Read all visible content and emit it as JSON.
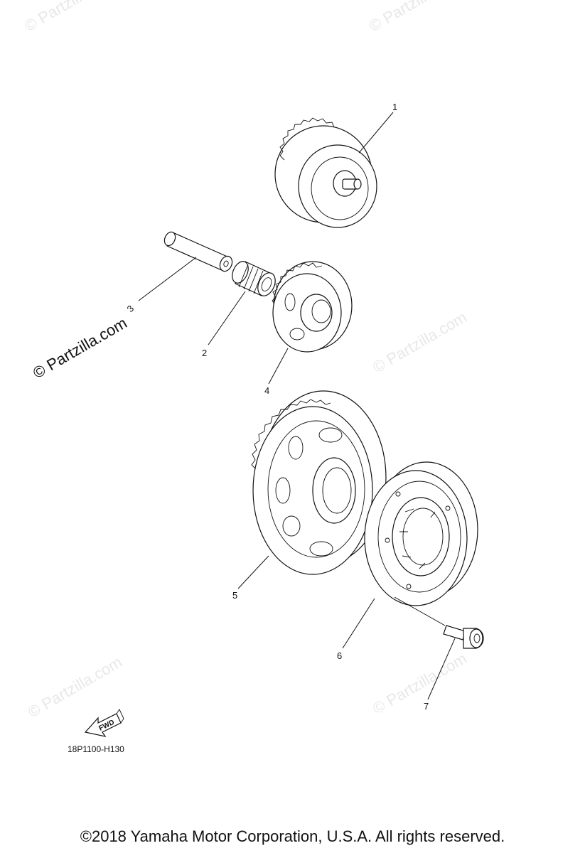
{
  "watermarks": {
    "text": "© Partzilla.com",
    "prominent": "© Partzilla.com"
  },
  "callouts": {
    "p1": "1",
    "p2": "2",
    "p3": "3",
    "p4": "4",
    "p5": "5",
    "p6": "6",
    "p7": "7"
  },
  "fwd_label": "FWD",
  "diagram_code": "18P1100-H130",
  "copyright": "©2018  Yamaha Motor Corporation, U.S.A. All rights reserved."
}
